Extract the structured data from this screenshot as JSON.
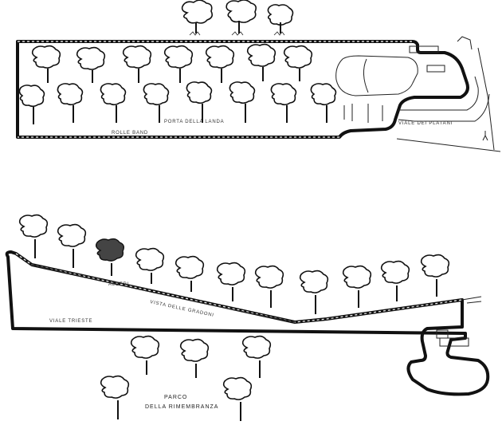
{
  "diagram": {
    "top_plan": {
      "labels": {
        "grass_left": "ROLLE BAND",
        "center": "PORTA DELLA LANDA",
        "right_road": "VIALE DEI PLATANI"
      }
    },
    "bottom_plan": {
      "labels": {
        "small_tree": "ALBERI",
        "slope": "VISTA DELLE GRADONI",
        "road": "VIALE TRIESTE",
        "park_line1": "PARCO",
        "park_line2": "DELLA RIMEMBRANZA"
      }
    }
  }
}
